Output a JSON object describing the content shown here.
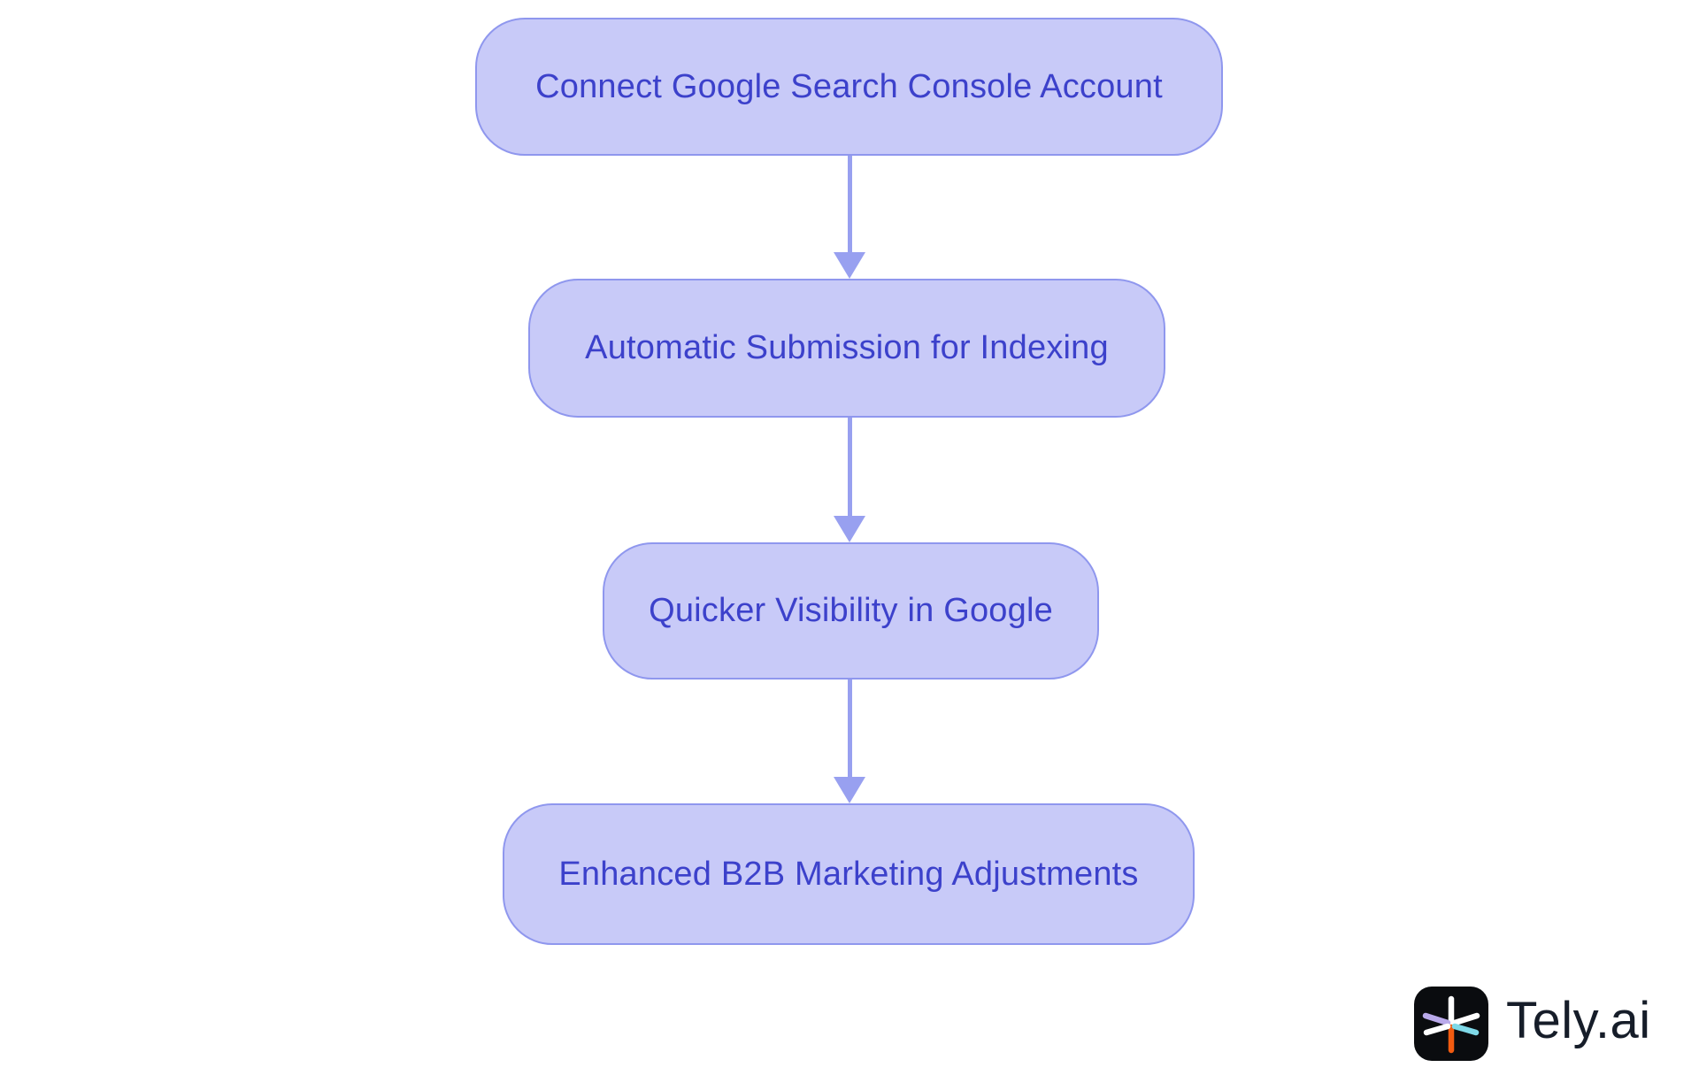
{
  "background_color": "#ffffff",
  "flowchart": {
    "direction": "top-down",
    "node_fill": "#c8caf8",
    "node_border": "#8f97ee",
    "node_text_color": "#3c41cb",
    "arrow_color": "#98a0f0",
    "nodes": [
      {
        "id": "connect-gsc",
        "label": "Connect Google Search Console Account"
      },
      {
        "id": "auto-submission",
        "label": "Automatic Submission for Indexing"
      },
      {
        "id": "quicker-visibility",
        "label": "Quicker Visibility in Google"
      },
      {
        "id": "b2b-adjustments",
        "label": "Enhanced B2B Marketing Adjustments"
      }
    ],
    "edges": [
      {
        "from": "connect-gsc",
        "to": "auto-submission"
      },
      {
        "from": "auto-submission",
        "to": "quicker-visibility"
      },
      {
        "from": "quicker-visibility",
        "to": "b2b-adjustments"
      }
    ]
  },
  "logo": {
    "text": "Tely.ai",
    "text_color": "#161d29",
    "icon": "tely-asterisk-icon",
    "icon_bg": "#0a0c0f",
    "icon_spoke_colors": {
      "up": "#ffffff",
      "down": "#f25b10",
      "upper_left": "#b9a9ea",
      "lower_left": "#ffffff",
      "upper_right": "#ffffff",
      "lower_right": "#7fd9e8"
    }
  }
}
